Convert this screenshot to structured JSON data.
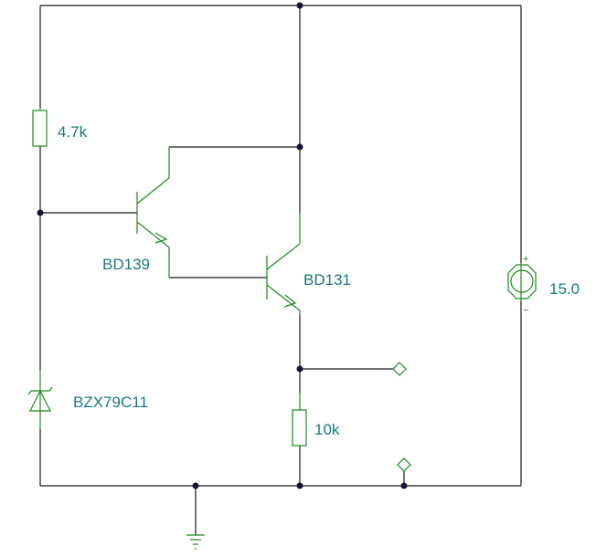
{
  "components": {
    "r1": {
      "label": "4.7k"
    },
    "q1": {
      "label": "BD139"
    },
    "q2": {
      "label": "BD131"
    },
    "zener": {
      "label": "BZX79C11"
    },
    "r2": {
      "label": "10k"
    },
    "source": {
      "label": "15.0",
      "plus": "+",
      "minus": "−"
    }
  }
}
